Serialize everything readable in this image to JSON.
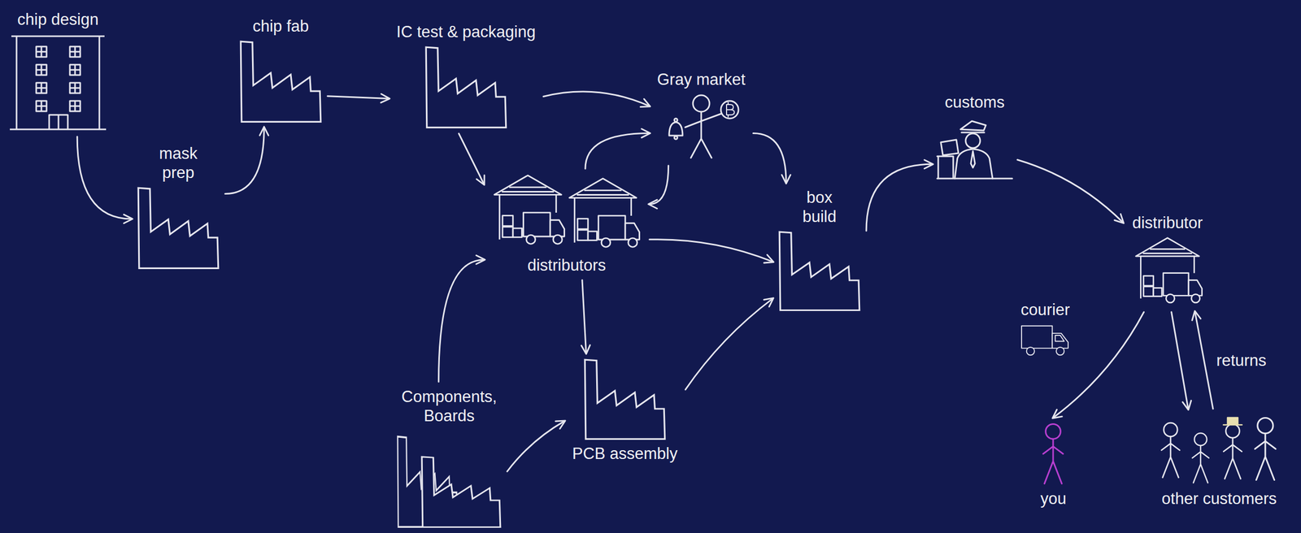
{
  "diagram": {
    "nodes": [
      {
        "text": [
          "chip design"
        ]
      },
      {
        "text": [
          "mask prep"
        ]
      },
      {
        "text": [
          "chip fab"
        ]
      },
      {
        "text": [
          "IC test & packaging"
        ]
      },
      {
        "text": [
          "Gray market"
        ]
      },
      {
        "text": [
          "distributors"
        ]
      },
      {
        "text": [
          "Components, Boards"
        ]
      },
      {
        "text": [
          "PCB assembly"
        ]
      },
      {
        "text": [
          "box build"
        ]
      },
      {
        "text": [
          "customs"
        ]
      },
      {
        "text": [
          "distributor"
        ]
      },
      {
        "text": [
          "courier"
        ]
      },
      {
        "text": [
          "you"
        ]
      },
      {
        "text": [
          "other customers"
        ]
      }
    ],
    "edges": [
      {
        "from": 0,
        "to": 1,
        "arrow": "to"
      },
      {
        "from": 1,
        "to": 2,
        "arrow": "to"
      },
      {
        "from": 2,
        "to": 3,
        "arrow": "to"
      },
      {
        "from": 3,
        "to": 4,
        "arrow": "to"
      },
      {
        "from": 3,
        "to": 5,
        "arrow": "to"
      },
      {
        "from": 5,
        "to": 4,
        "arrow": "to"
      },
      {
        "from": 4,
        "to": 5,
        "arrow": "to"
      },
      {
        "from": 4,
        "to": 8,
        "arrow": "to"
      },
      {
        "from": 5,
        "to": 8,
        "arrow": "to"
      },
      {
        "from": 5,
        "to": 7,
        "arrow": "to"
      },
      {
        "from": 6,
        "to": 5,
        "arrow": "to"
      },
      {
        "from": 6,
        "to": 7,
        "arrow": "to"
      },
      {
        "from": 7,
        "to": 8,
        "arrow": "to"
      },
      {
        "from": 8,
        "to": 9,
        "arrow": "to"
      },
      {
        "from": 9,
        "to": 10,
        "arrow": "to"
      },
      {
        "from": 10,
        "to": 12,
        "arrow": "to"
      },
      {
        "from": 10,
        "to": 13,
        "arrow": "to"
      },
      {
        "from": 13,
        "to": 10,
        "label": "returns",
        "arrow": "to"
      }
    ]
  }
}
